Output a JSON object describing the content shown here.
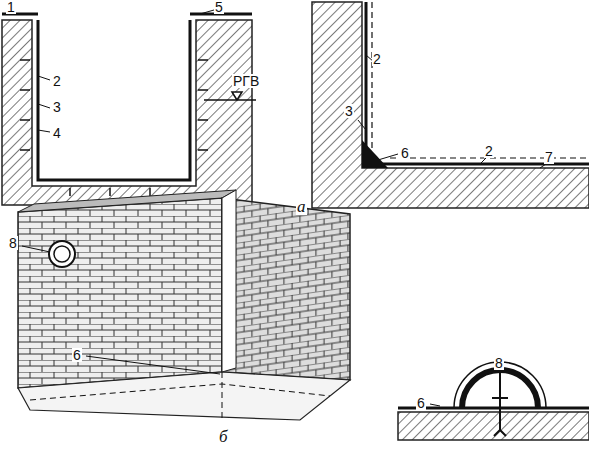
{
  "diagram": {
    "labels": [
      "1",
      "5",
      "2",
      "3",
      "4",
      "РГВ",
      "а",
      "2",
      "3",
      "6",
      "2",
      "7",
      "8",
      "6",
      "б",
      "8",
      "6"
    ]
  }
}
